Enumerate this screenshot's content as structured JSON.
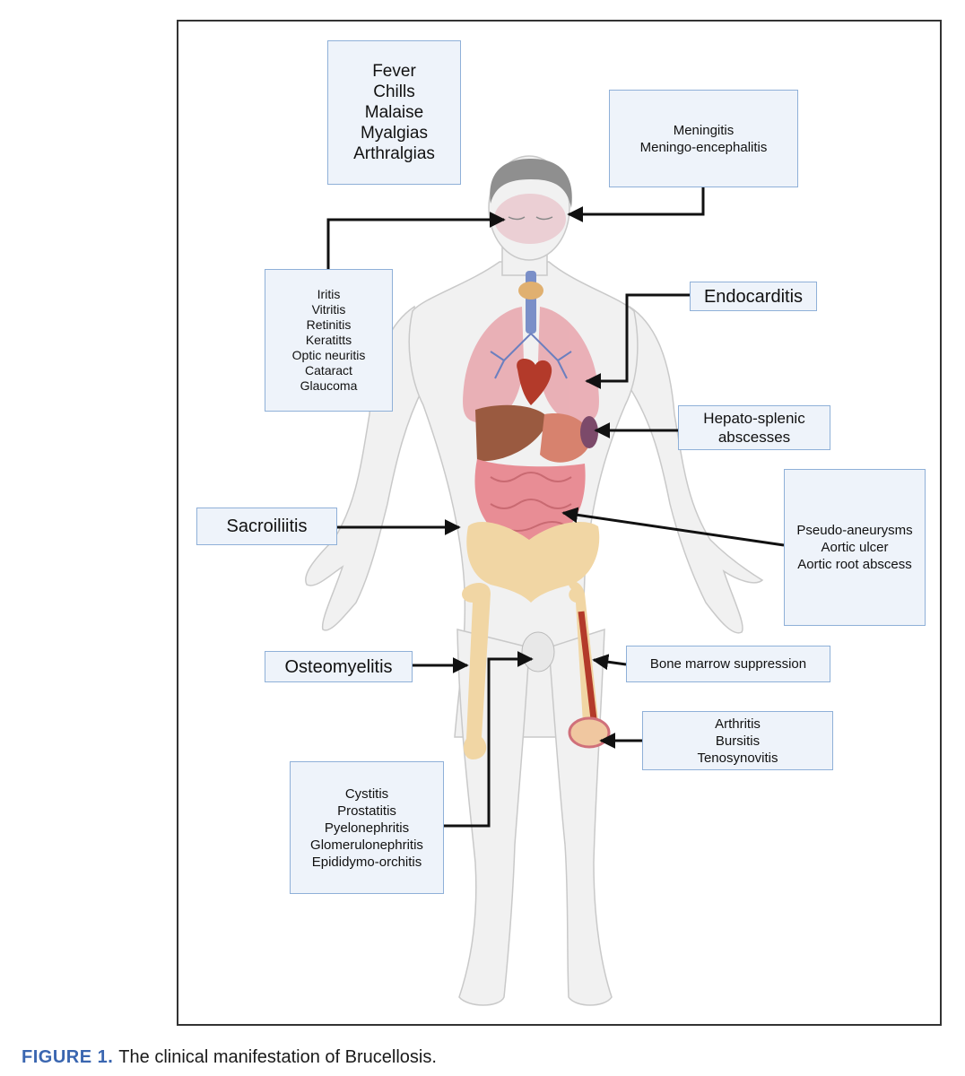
{
  "labels": {
    "systemic": [
      "Fever",
      "Chills",
      "Malaise",
      "Myalgias",
      "Arthralgias"
    ],
    "cns": [
      "Meningitis",
      "Meningo-encephalitis"
    ],
    "eye": [
      "Iritis",
      "Vitritis",
      "Retinitis",
      "Keratitts",
      "Optic neuritis",
      "Cataract",
      "Glaucoma"
    ],
    "endocarditis": "Endocarditis",
    "liver_spleen": [
      "Hepato-splenic",
      "abscesses"
    ],
    "sacroiliitis": "Sacroiliitis",
    "vascular": [
      "Pseudo-aneurysms",
      "Aortic ulcer",
      "Aortic root abscess"
    ],
    "osteomyelitis": "Osteomyelitis",
    "bone_marrow": "Bone marrow suppression",
    "joints": [
      "Arthritis",
      "Bursitis",
      "Tenosynovitis"
    ],
    "genitourinary": [
      "Cystitis",
      "Prostatitis",
      "Pyelonephritis",
      "Glomerulonephritis",
      "Epididymo-orchitis"
    ]
  },
  "caption": {
    "prefix": "FIGURE 1.",
    "text": "The clinical manifestation of Brucellosis."
  },
  "colors": {
    "box_fill": "#eef3fa",
    "box_border": "#8fb0d8",
    "arrow": "#111111",
    "caption_accent": "#3a66b0"
  }
}
